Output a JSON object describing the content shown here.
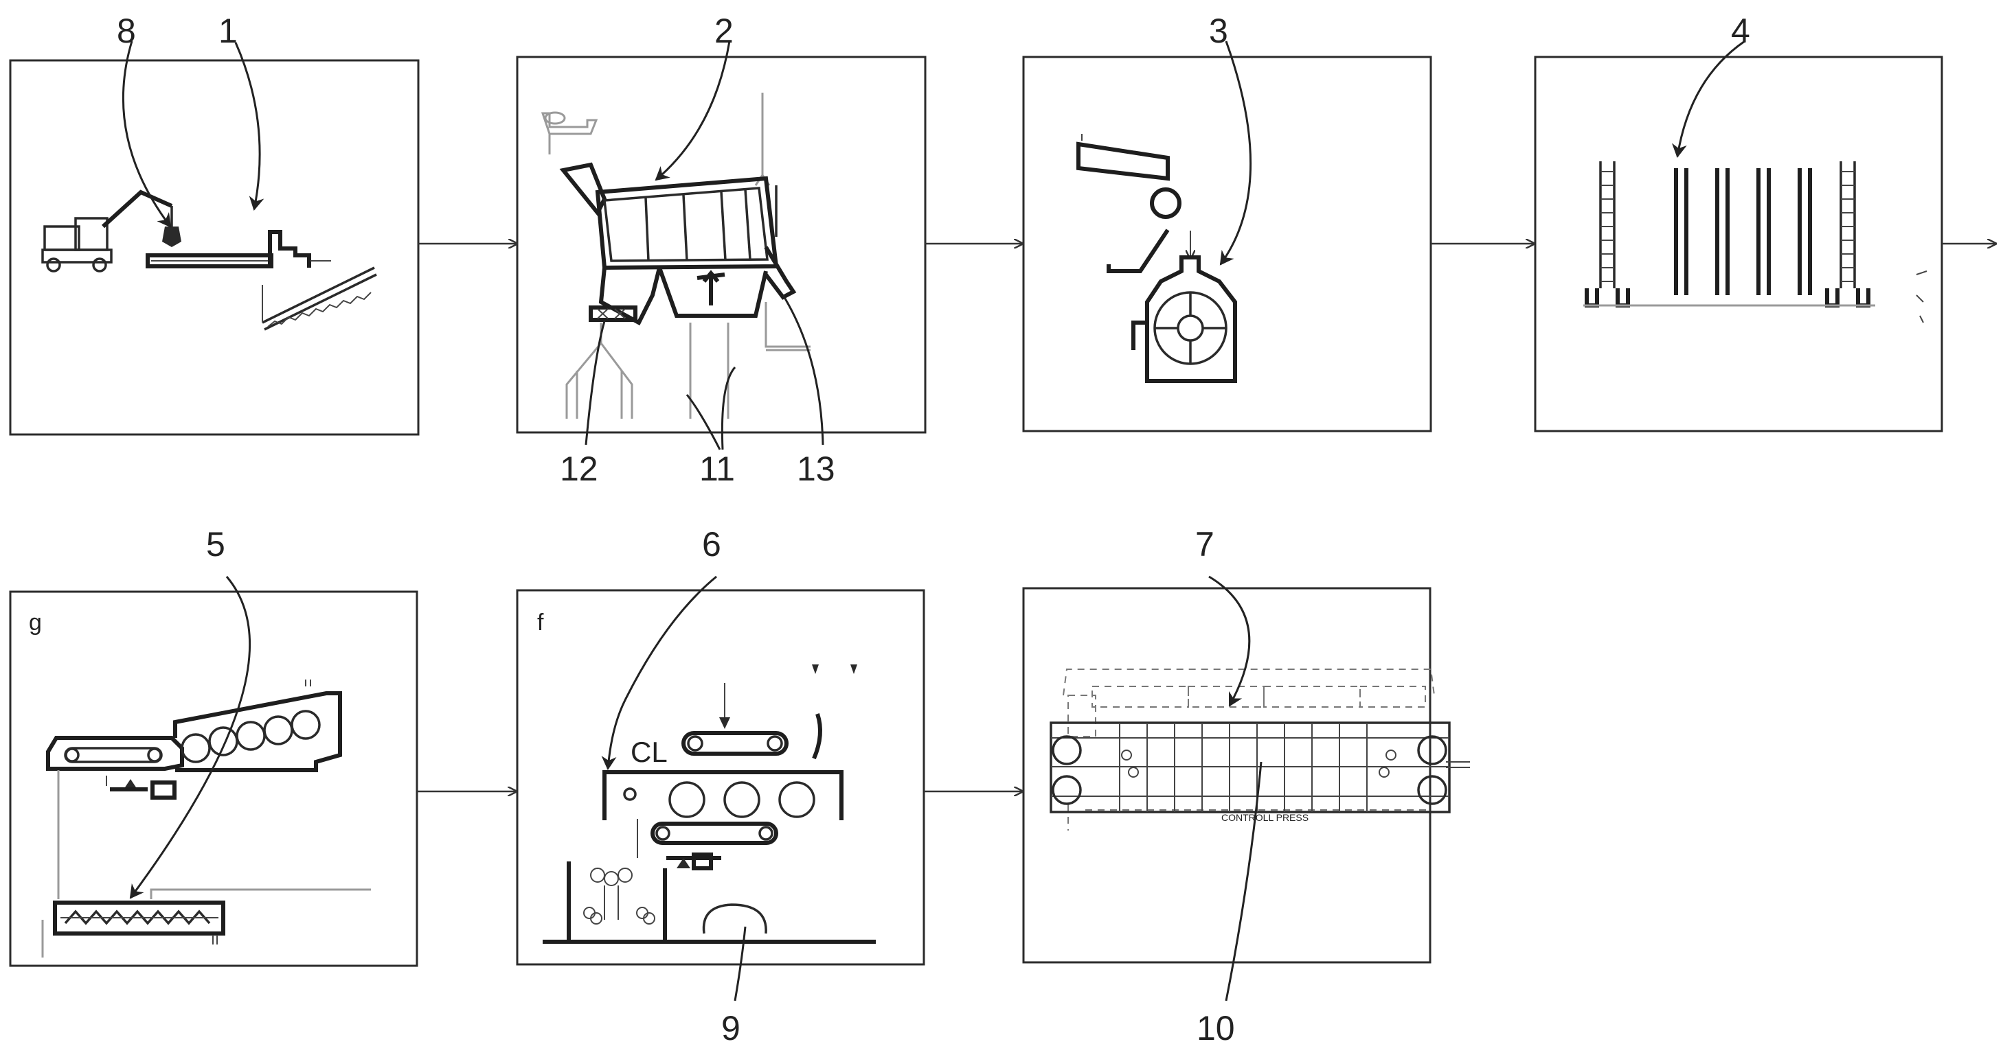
{
  "panels": [
    {
      "id": "panel-1",
      "labels": [
        "8",
        "1"
      ]
    },
    {
      "id": "panel-2",
      "labels": [
        "2",
        "12",
        "11",
        "13"
      ]
    },
    {
      "id": "panel-3",
      "labels": [
        "3"
      ]
    },
    {
      "id": "panel-4",
      "labels": [
        "4"
      ]
    },
    {
      "id": "panel-5",
      "labels": [
        "5"
      ],
      "corner": "g"
    },
    {
      "id": "panel-6",
      "labels": [
        "6",
        "9"
      ],
      "corner": "f",
      "inner_text": "CL"
    },
    {
      "id": "panel-7",
      "labels": [
        "7",
        "10"
      ],
      "inner_text": "CONTROLL PRESS"
    }
  ],
  "reference_numbers": {
    "n1": "1",
    "n2": "2",
    "n3": "3",
    "n4": "4",
    "n5": "5",
    "n6": "6",
    "n7": "7",
    "n8": "8",
    "n9": "9",
    "n10": "10",
    "n11": "11",
    "n12": "12",
    "n13": "13"
  },
  "corner_letters": {
    "g": "g",
    "f": "f"
  },
  "inner_text": {
    "cl": "CL",
    "press": "CONTROLL PRESS"
  }
}
